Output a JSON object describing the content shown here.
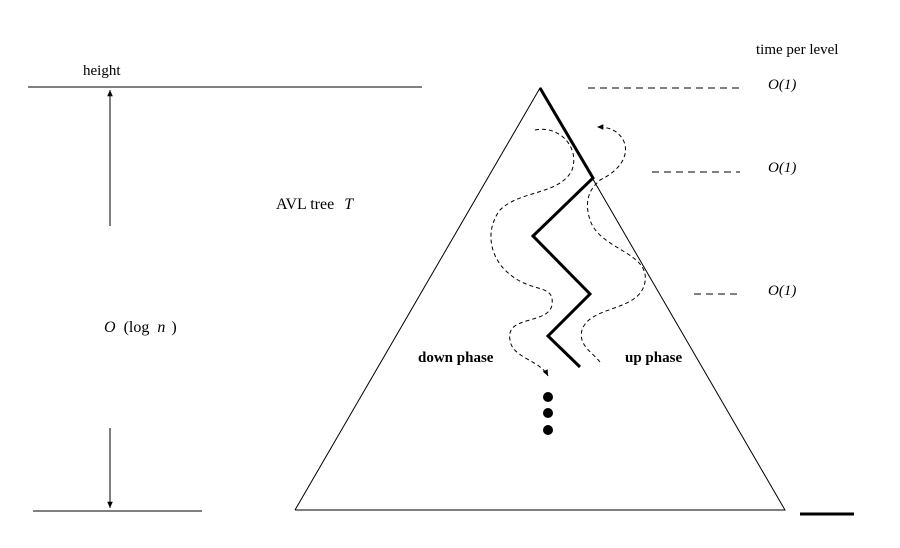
{
  "labels": {
    "height": "height",
    "time_per_level": "time per level",
    "avl_tree_prefix": "AVL tree",
    "avl_tree_var": "T",
    "o_prefix": "O",
    "o_body": "(log",
    "o_var": "n",
    "o_close": ")",
    "down_phase": "down phase",
    "up_phase": "up phase",
    "costs": [
      "O(1)",
      "O(1)",
      "O(1)"
    ]
  },
  "colors": {
    "ink": "#000000",
    "background": "#ffffff"
  }
}
